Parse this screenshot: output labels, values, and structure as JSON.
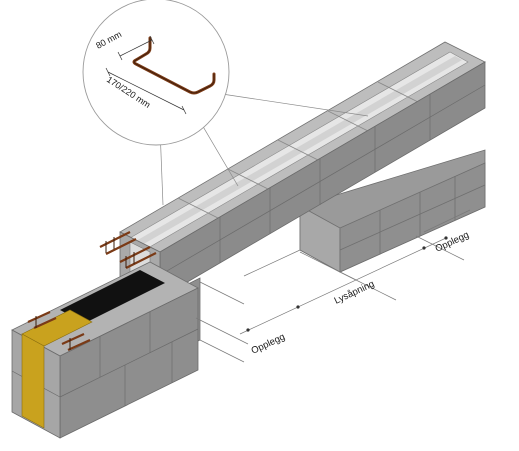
{
  "labels": {
    "width_dim": "80 mm",
    "height_dim": "170/220 mm",
    "support_left": "Opplegg",
    "clear_span": "Lysåpning",
    "support_right": "Opplegg"
  },
  "colors": {
    "block_top": "#b9b9b9",
    "block_side": "#8e8e8e",
    "block_front": "#a2a2a2",
    "lintel_light": "#e9e9e9",
    "rebar": "#7a3a16",
    "insulation": "#c8a21c",
    "void": "#111111",
    "line": "#555555"
  }
}
